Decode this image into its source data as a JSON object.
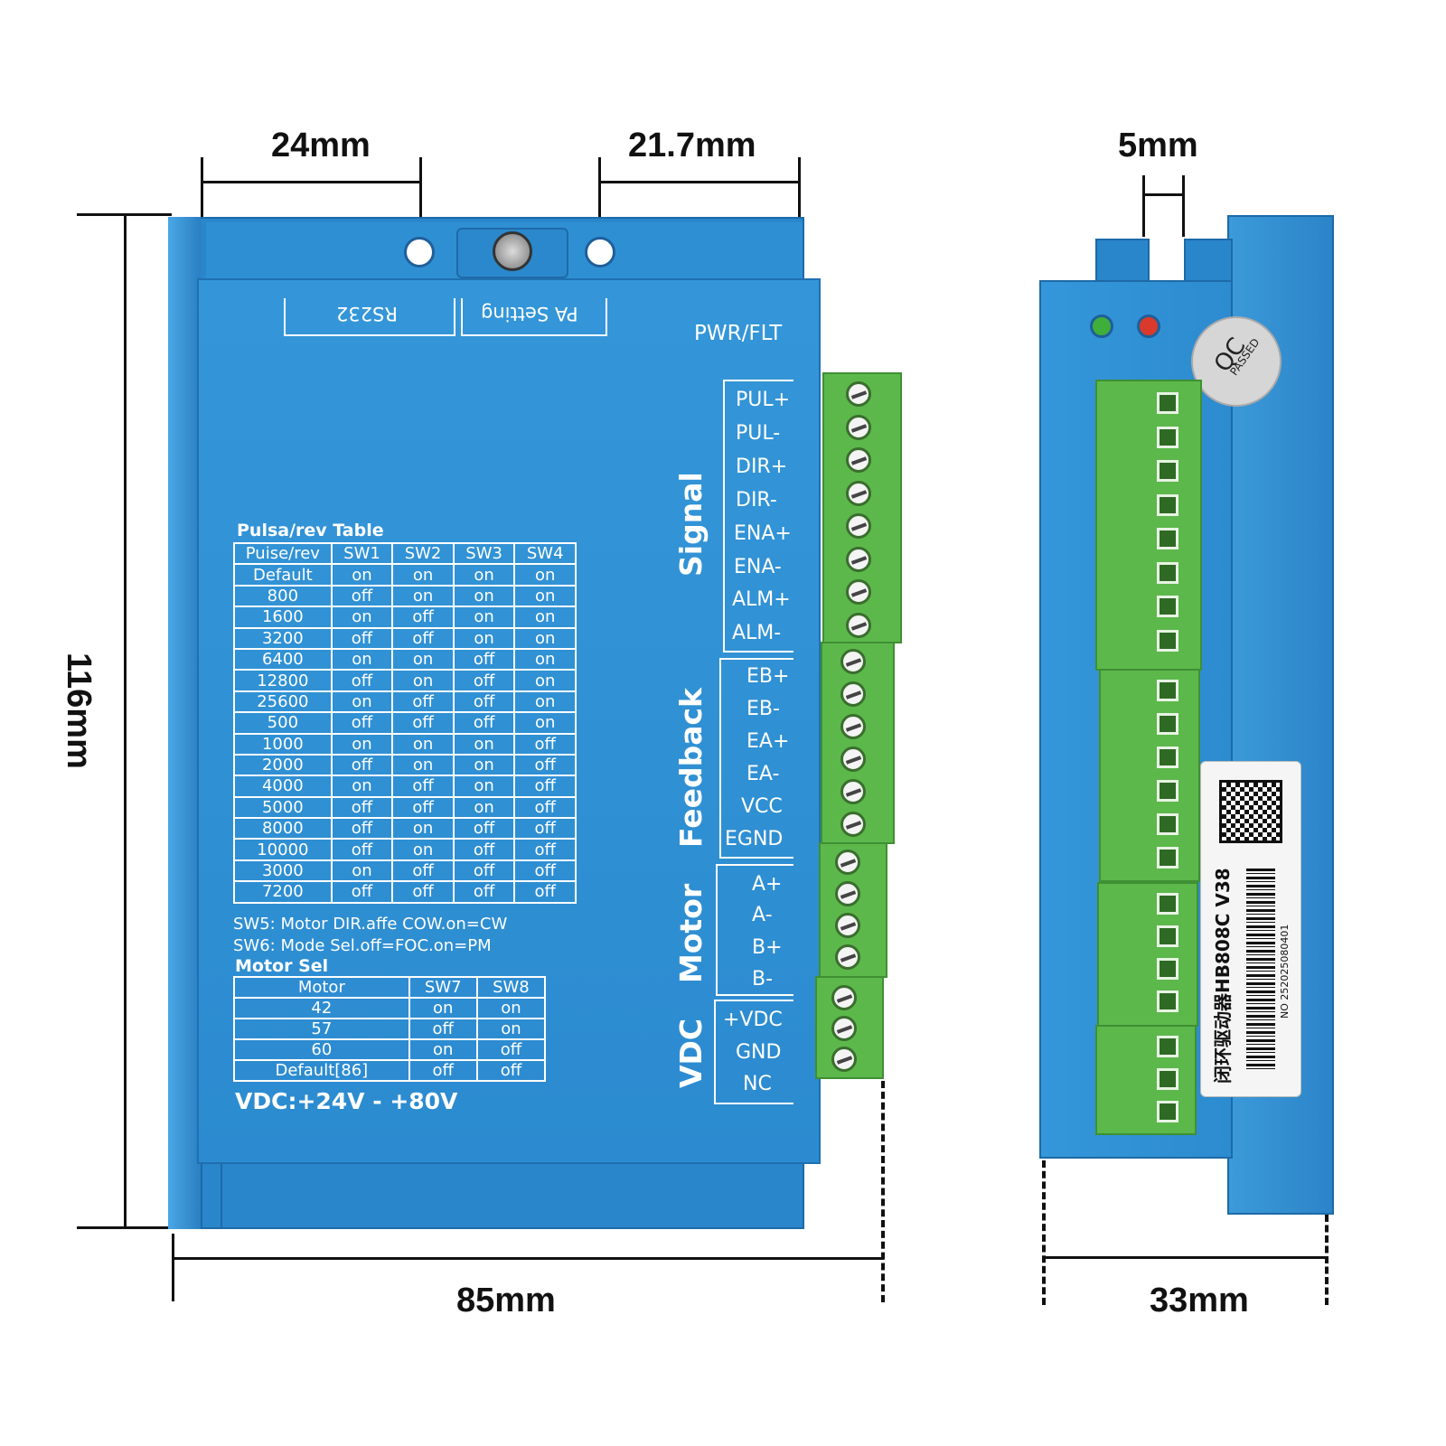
{
  "dimensions": {
    "left_width": "24mm",
    "right_width": "21.7mm",
    "side_gap": "5mm",
    "height": "116mm",
    "front_width": "85mm",
    "side_depth": "33mm"
  },
  "front_panel": {
    "port_left": "RS232",
    "port_right": "PA Setting",
    "indicator": "PWR/FLT",
    "groups": [
      {
        "title": "Signal",
        "pins": [
          "PUL+",
          "PUL-",
          "DIR+",
          "DIR-",
          "ENA+",
          "ENA-",
          "ALM+",
          "ALM-"
        ]
      },
      {
        "title": "Feedback",
        "pins": [
          "EB+",
          "EB-",
          "EA+",
          "EA-",
          "VCC",
          "EGND"
        ]
      },
      {
        "title": "Motor",
        "pins": [
          "A+",
          "A-",
          "B+",
          "B-"
        ]
      },
      {
        "title": "VDC",
        "pins": [
          "+VDC",
          "GND",
          "NC"
        ]
      }
    ],
    "pulse_table": {
      "title": "Pulsa/rev Table",
      "headers": [
        "Puise/rev",
        "SW1",
        "SW2",
        "SW3",
        "SW4"
      ],
      "rows": [
        [
          "Default",
          "on",
          "on",
          "on",
          "on"
        ],
        [
          "800",
          "off",
          "on",
          "on",
          "on"
        ],
        [
          "1600",
          "on",
          "off",
          "on",
          "on"
        ],
        [
          "3200",
          "off",
          "off",
          "on",
          "on"
        ],
        [
          "6400",
          "on",
          "on",
          "off",
          "on"
        ],
        [
          "12800",
          "off",
          "on",
          "off",
          "on"
        ],
        [
          "25600",
          "on",
          "off",
          "off",
          "on"
        ],
        [
          "500",
          "off",
          "off",
          "off",
          "on"
        ],
        [
          "1000",
          "on",
          "on",
          "on",
          "off"
        ],
        [
          "2000",
          "off",
          "on",
          "on",
          "off"
        ],
        [
          "4000",
          "on",
          "off",
          "on",
          "off"
        ],
        [
          "5000",
          "off",
          "off",
          "on",
          "off"
        ],
        [
          "8000",
          "off",
          "on",
          "off",
          "off"
        ],
        [
          "10000",
          "off",
          "on",
          "off",
          "off"
        ],
        [
          "3000",
          "on",
          "off",
          "off",
          "off"
        ],
        [
          "7200",
          "off",
          "off",
          "off",
          "off"
        ]
      ]
    },
    "sw5": "SW5: Motor DIR.affe COW.on=CW",
    "sw6": "SW6: Mode Sel.off=FOC.on=PM",
    "motor_table": {
      "title": "Motor  Sel",
      "headers": [
        "Motor",
        "SW7",
        "SW8"
      ],
      "rows": [
        [
          "42",
          "on",
          "on"
        ],
        [
          "57",
          "off",
          "on"
        ],
        [
          "60",
          "on",
          "off"
        ],
        [
          "Default[86]",
          "off",
          "off"
        ]
      ]
    },
    "voltage": "VDC:+24V - +80V"
  },
  "side_panel": {
    "qc_line1": "QC",
    "qc_line2": "PASSED",
    "label_model": "闭环驱动器HB808C V38",
    "label_serial": "NO 252025080401"
  },
  "colors": {
    "body": "#2f8fd3",
    "body_dark": "#1c6fb4",
    "terminal": "#5cb84b",
    "led_green": "#3fae3a",
    "led_red": "#d93a2b"
  }
}
